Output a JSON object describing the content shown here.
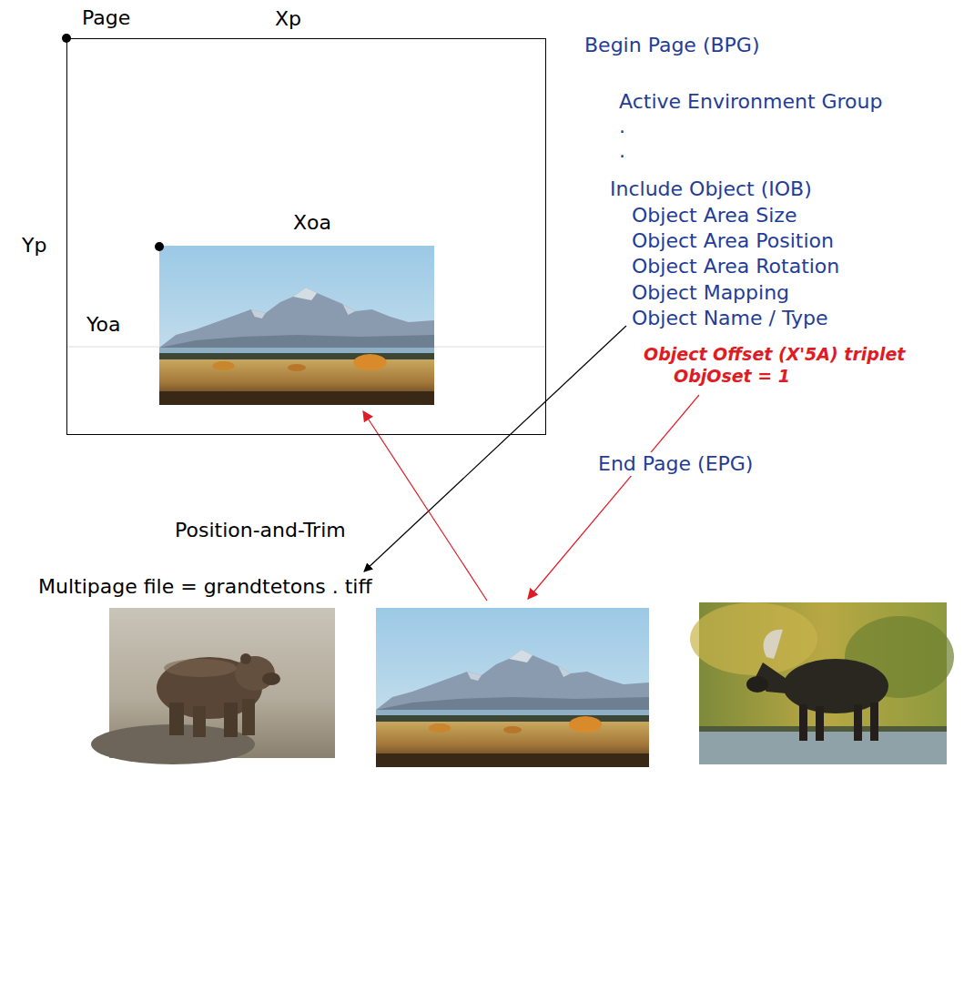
{
  "diagram": {
    "nodes": [
      {
        "text": [
          "Page"
        ]
      }
    ],
    "labels": [
      "Xp",
      "Yp",
      "Xoa",
      "Yoa",
      "Begin Page (BPG)",
      "Active Environment Group",
      ".",
      ".",
      "Include Object (IOB)",
      "Object Area Size",
      "Object Area Position",
      "Object Area Rotation",
      "Object Mapping",
      "Object Name / Type",
      "Object Offset (X'5A) triplet",
      "ObjOset = 1",
      "End Page (EPG)",
      "Position-and-Trim",
      "Multipage file = grandtetons . tiff"
    ]
  }
}
